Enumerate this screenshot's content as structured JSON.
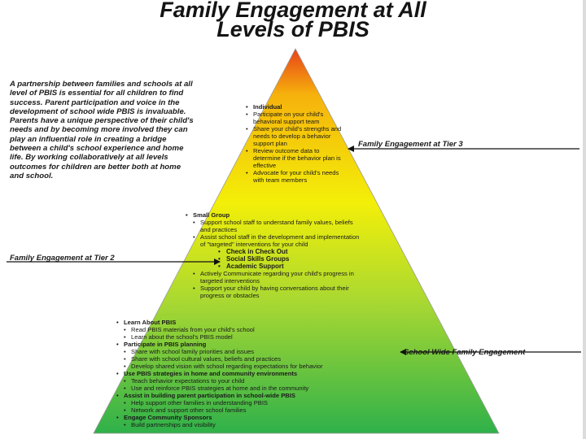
{
  "title": {
    "line1": "Family Engagement at All",
    "line2": "Levels of PBIS"
  },
  "intro": "A partnership between families and schools at all level of PBIS is essential for all children to find success. Parent participation and voice in the development of school wide PBIS is invaluable. Parents have a unique perspective of their child's needs and by becoming more involved they can play an influential role in creating a bridge between a child's school experience and home life. By working collaboratively at all levels outcomes for children are better both at home and school.",
  "tier3": {
    "heading": "Individual",
    "items": [
      "Participate on your child's behavioral support team",
      "Share your child's strengths and needs to develop a behavior support plan",
      "Review outcome data to determine if the behavior plan is effective",
      "Advocate for your child's needs with team members"
    ]
  },
  "tier2": {
    "heading": "Small Group",
    "items": [
      "Support school staff to understand family values, beliefs and practices",
      "Assist school staff in the development and implementation of \"targeted\" interventions for your child"
    ],
    "interventions": [
      "Check in Check Out",
      "Social Skills Groups",
      "Academic Support"
    ],
    "items_after": [
      "Actively Communicate regarding your child's progress in targeted interventions",
      "Support your child by having conversations about their progress or obstacles"
    ]
  },
  "tier1": {
    "groups": [
      {
        "heading": "Learn About PBIS",
        "items": [
          "Read PBIS materials from your child's school",
          "Learn about the school's PBIS model"
        ]
      },
      {
        "heading": "Participate in PBIS planning",
        "items": [
          "Share with school family priorities and issues",
          "Share with school cultural values, beliefs and practices",
          "Develop shared vision with school regarding expectations for behavior"
        ]
      },
      {
        "heading": "Use PBIS strategies in home and community environments",
        "items": [
          "Teach behavior expectations to your child",
          "Use and reinforce PBIS strategies at home and in the community"
        ]
      },
      {
        "heading": "Assist in building parent participation in school-wide PBIS",
        "items": [
          "Help support other families in understanding PBIS",
          "Network and support other school families"
        ]
      },
      {
        "heading": "Engage Community Sponsors",
        "items": [
          "Build partnerships and visibility"
        ]
      }
    ]
  },
  "labels": {
    "tier3": "Family Engagement at Tier 3",
    "tier2": "Family Engagement at Tier 2",
    "school_wide": "School Wide Family Engagement"
  },
  "colors": {
    "apex": "#e8411a",
    "upper": "#f6b20c",
    "middle": "#f3ef08",
    "lower": "#a8d832",
    "base": "#2fb14a",
    "arrow": "#111111"
  }
}
